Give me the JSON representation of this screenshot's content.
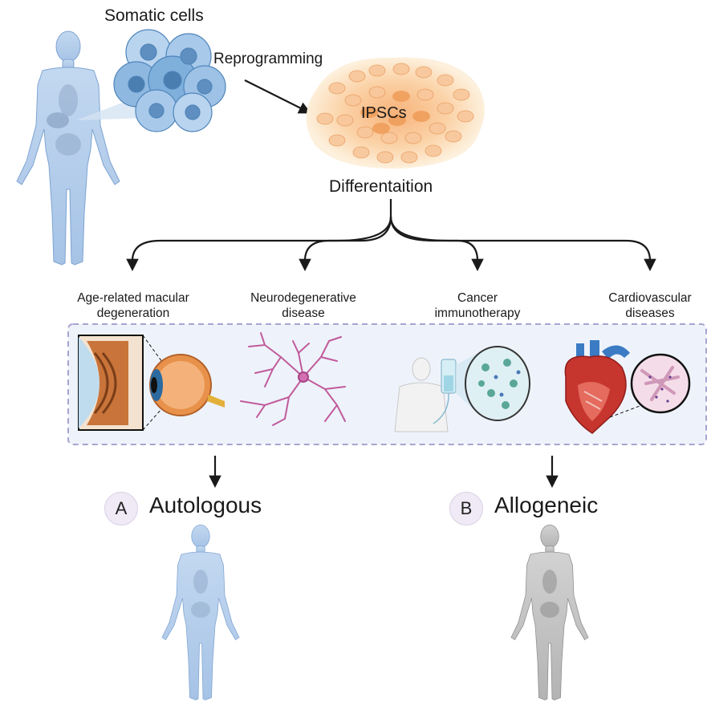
{
  "labels": {
    "somatic_cells": "Somatic cells",
    "reprogramming": "Reprogramming",
    "ipscs": "IPSCs",
    "differentiation": "Differentaition"
  },
  "diseases": [
    {
      "line1": "Age-related macular",
      "line2": "degeneration"
    },
    {
      "line1": "Neurodegenerative",
      "line2": "disease"
    },
    {
      "line1": "Cancer",
      "line2": "immunotherapy"
    },
    {
      "line1": "Cardiovascular",
      "line2": "diseases"
    }
  ],
  "outcomes": [
    {
      "badge": "A",
      "label": "Autologous"
    },
    {
      "badge": "B",
      "label": "Allogeneic"
    }
  ],
  "colors": {
    "body_blue": "#a9c6e8",
    "body_gray": "#b9b9b9",
    "cell_blue": "#7fb0dc",
    "ipsc_orange": "#f3b27a",
    "panel_bg": "#eef3fb",
    "panel_border": "#a9a3cf",
    "arrow": "#1a1a1a"
  }
}
